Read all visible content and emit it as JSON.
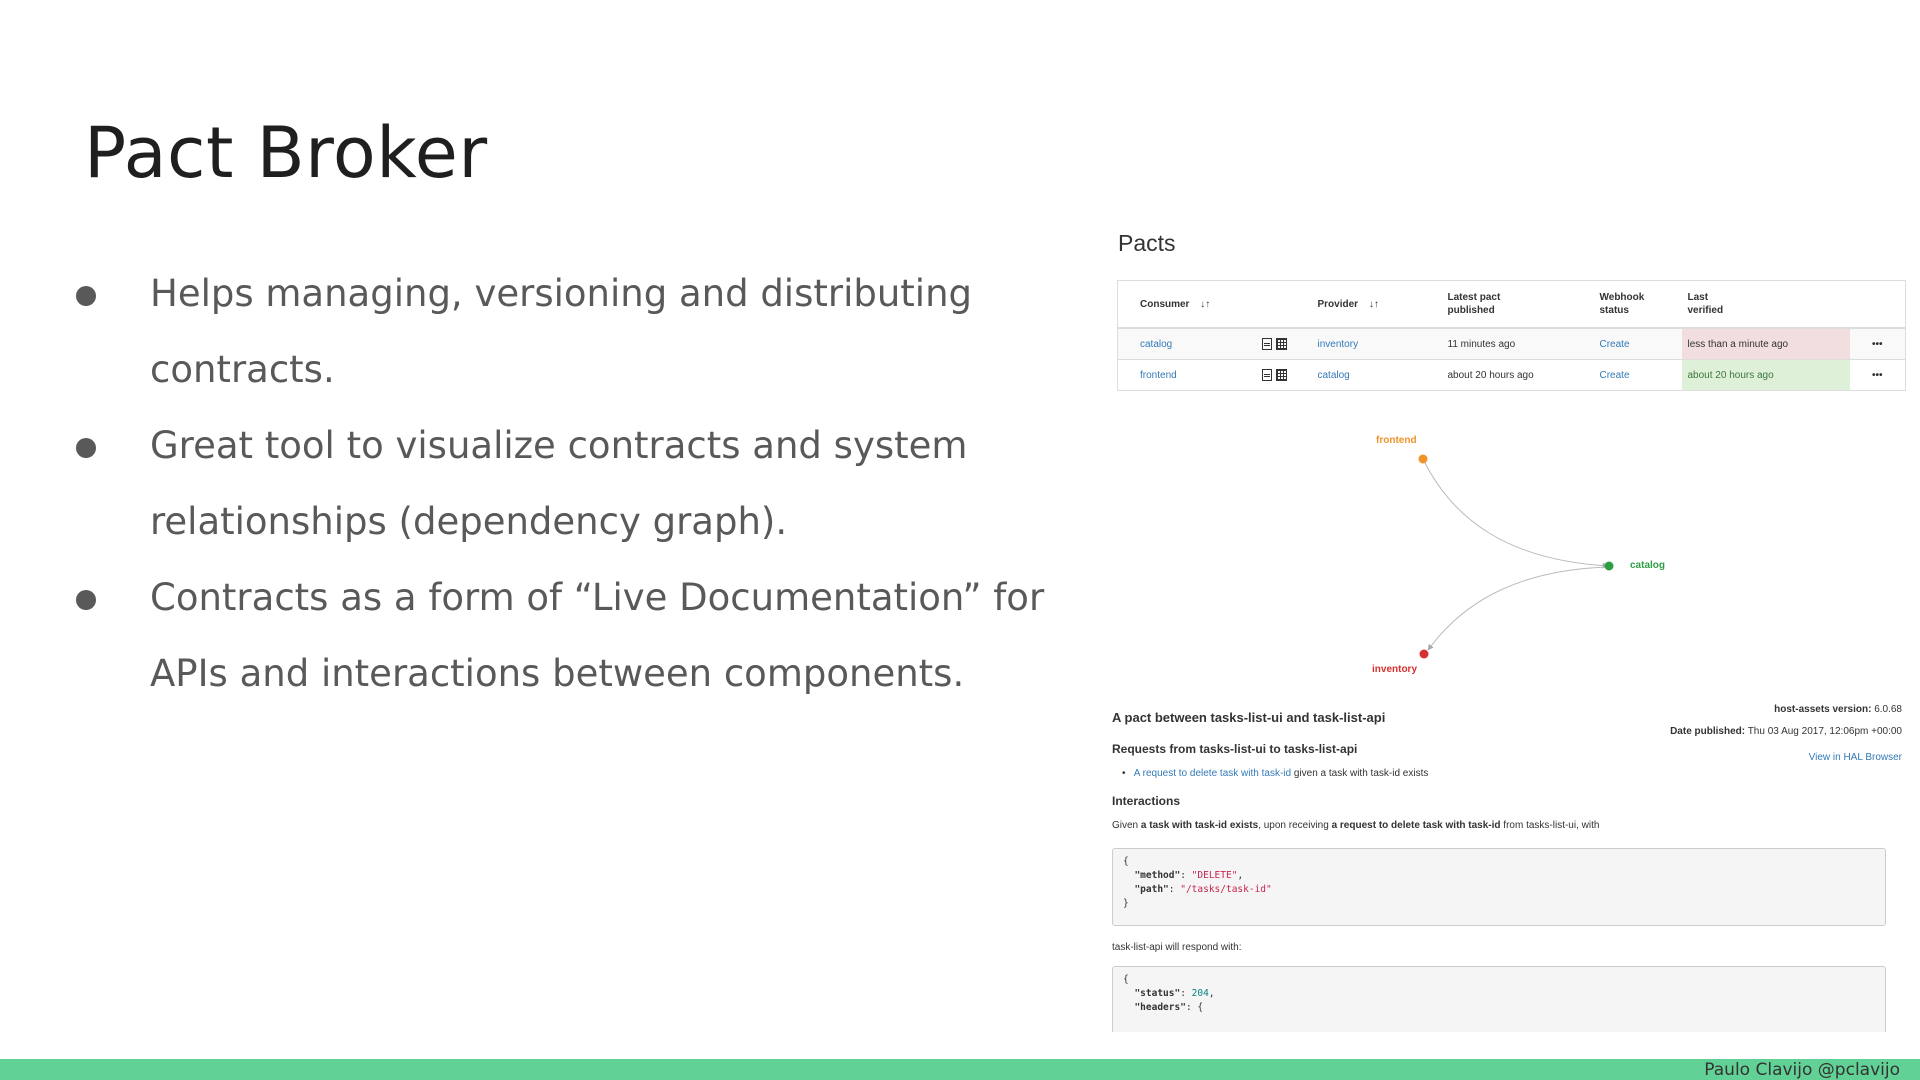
{
  "slide": {
    "title": "Pact Broker",
    "bullets": [
      [
        "Helps managing, versioning and distributing",
        "contracts."
      ],
      [
        "Great tool to visualize contracts and system",
        "relationships (dependency graph)."
      ],
      [
        "Contracts as a form of “Live Documentation” for",
        "APIs and interactions between components."
      ]
    ],
    "footer": "Paulo Clavijo @pclavijo",
    "accent_color": "#62d196"
  },
  "pacts": {
    "heading": "Pacts",
    "columns": {
      "consumer": "Consumer",
      "provider": "Provider",
      "latest_line1": "Latest pact",
      "latest_line2": "published",
      "webhook_line1": "Webhook",
      "webhook_line2": "status",
      "verified_line1": "Last",
      "verified_line2": "verified"
    },
    "rows": [
      {
        "consumer": "catalog",
        "provider": "inventory",
        "published": "11 minutes ago",
        "webhook": "Create",
        "verified": "less than a minute ago",
        "more": "•••"
      },
      {
        "consumer": "frontend",
        "provider": "catalog",
        "published": "about 20 hours ago",
        "webhook": "Create",
        "verified": "about 20 hours ago",
        "more": "•••"
      }
    ]
  },
  "graph": {
    "nodes": {
      "frontend": {
        "label": "frontend",
        "color": "#f0932b"
      },
      "catalog": {
        "label": "catalog",
        "color": "#2e9e44"
      },
      "inventory": {
        "label": "inventory",
        "color": "#d63031"
      }
    }
  },
  "detail": {
    "title": "A pact between tasks-list-ui and task-list-api",
    "version_label": "host-assets version:",
    "version_value": "6.0.68",
    "date_label": "Date published:",
    "date_value": "Thu 03 Aug 2017, 12:06pm +00:00",
    "hal_link": "View in HAL Browser",
    "requests_heading": "Requests from tasks-list-ui to tasks-list-api",
    "request_link": "A request to delete task with task-id",
    "request_suffix": "given a task with task-id exists",
    "interactions_heading": "Interactions",
    "given_prefix": "Given",
    "given_state": "a task with task-id exists",
    "given_mid": ", upon receiving",
    "given_request": "a request to delete task with task-id",
    "given_suffix": "from tasks-list-ui, with",
    "request_method_key": "\"method\"",
    "request_method_value": "\"DELETE\"",
    "request_path_key": "\"path\"",
    "request_path_value": "\"/tasks/task-id\"",
    "respond_text": "task-list-api will respond with:",
    "response_status_key": "\"status\"",
    "response_status_value": "204",
    "response_headers_key": "\"headers\""
  }
}
